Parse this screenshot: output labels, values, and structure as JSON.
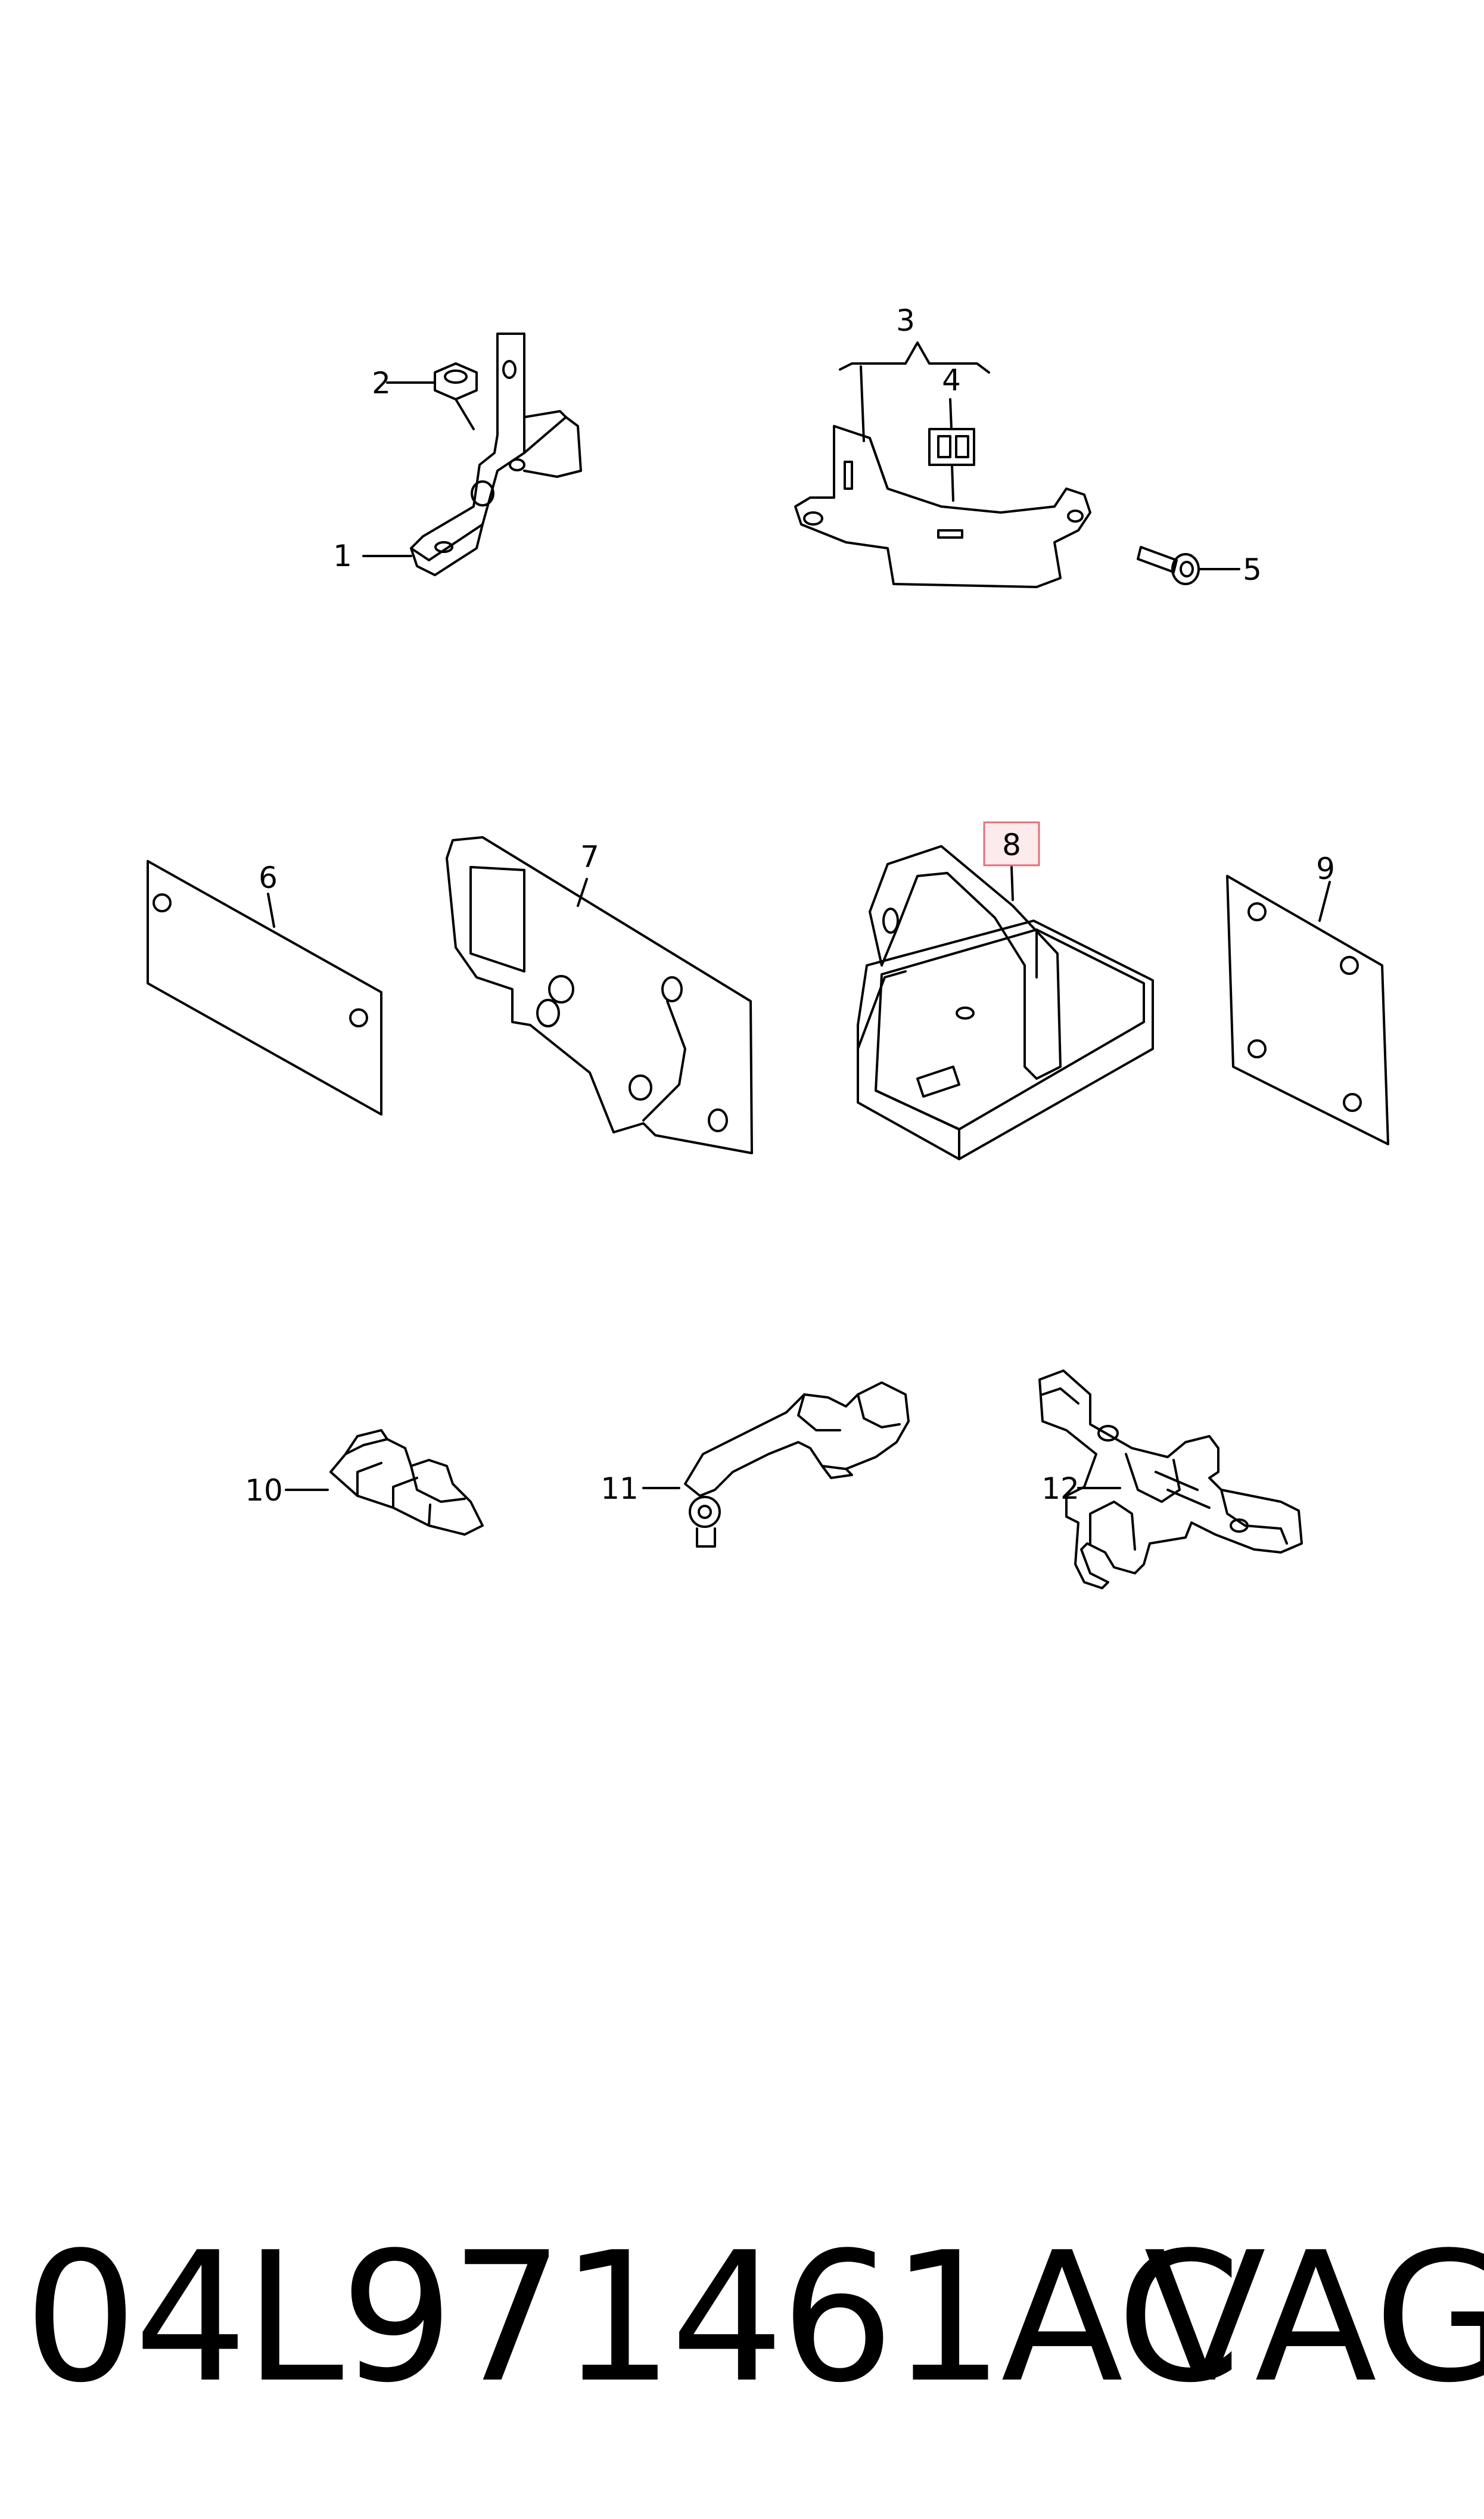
{
  "callouts": [
    {
      "id": "1",
      "label": "1"
    },
    {
      "id": "2",
      "label": "2"
    },
    {
      "id": "3",
      "label": "3"
    },
    {
      "id": "4",
      "label": "4"
    },
    {
      "id": "5",
      "label": "5"
    },
    {
      "id": "6",
      "label": "6"
    },
    {
      "id": "7",
      "label": "7"
    },
    {
      "id": "8",
      "label": "8"
    },
    {
      "id": "9",
      "label": "9"
    },
    {
      "id": "10",
      "label": "10"
    },
    {
      "id": "11",
      "label": "11"
    },
    {
      "id": "12",
      "label": "12"
    }
  ],
  "highlighted_callout": "8",
  "highlight_color": "#e0707a",
  "highlight_fill": "#fdeaea",
  "footer": {
    "part_number": "04L971461AC",
    "brand": "VAG"
  }
}
